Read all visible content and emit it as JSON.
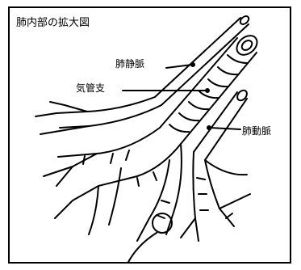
{
  "diagram": {
    "title": "肺内部の拡大図",
    "labels": {
      "vein": "肺静脈",
      "bronchus": "気管支",
      "artery": "肺動脈"
    }
  }
}
